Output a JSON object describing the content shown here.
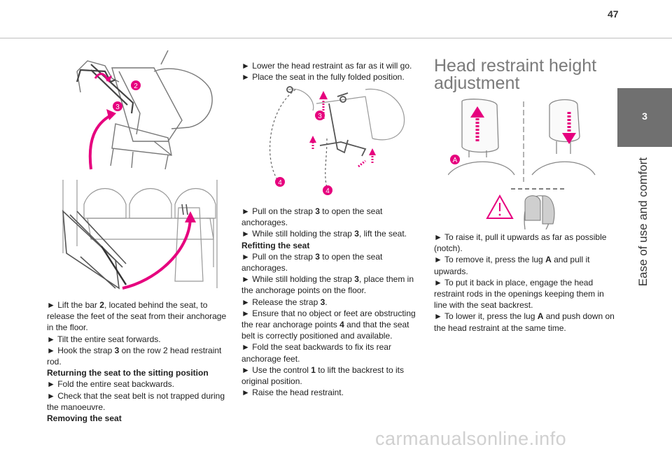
{
  "page": {
    "number": "47",
    "chapter_number": "3",
    "chapter_title": "Ease of use and comfort",
    "section_title_line1": "Head restraint height",
    "section_title_line2": "adjustment",
    "watermark": "carmanualsonline.info",
    "accent_color": "#e6007e",
    "tab_color": "#707070"
  },
  "figures": {
    "fig1_labels": [
      "2",
      "3"
    ],
    "fig3_labels": [
      "3",
      "4",
      "4"
    ],
    "fig4_labels": [
      "A"
    ]
  },
  "col1": {
    "p1_pre": "► Lift the bar ",
    "p1_bold": "2",
    "p1_post": ", located behind the seat, to release the feet of the seat from their anchorage in the floor.",
    "p2": "► Tilt the entire seat forwards.",
    "p3_pre": "► Hook the strap ",
    "p3_bold": "3",
    "p3_post": " on the row 2 head restraint rod.",
    "h1": "Returning the seat to the sitting position",
    "p4": "► Fold the entire seat backwards.",
    "p5": "► Check that the seat belt is not trapped during the manoeuvre.",
    "h2": "Removing the seat"
  },
  "col2": {
    "p1": "► Lower the head restraint as far as it will go.",
    "p2": "► Place the seat in the fully folded position.",
    "p3_pre": "► Pull on the strap ",
    "p3_bold": "3",
    "p3_post": " to open the seat anchorages.",
    "p4_pre": "► While still holding the strap ",
    "p4_bold": "3",
    "p4_post": ", lift the seat.",
    "h1": "Refitting the seat",
    "p5_pre": "► Pull on the strap ",
    "p5_bold": "3",
    "p5_post": " to open the seat anchorages.",
    "p6_pre": "► While still holding the strap ",
    "p6_bold": "3",
    "p6_post": ", place them in the anchorage points on the floor.",
    "p7_pre": "► Release the strap ",
    "p7_bold": "3",
    "p7_post": ".",
    "p8_pre": "► Ensure that no object or feet are obstructing the rear anchorage points ",
    "p8_bold": "4",
    "p8_post": " and that the seat belt is correctly positioned and available.",
    "p9": "► Fold the seat backwards to fix its rear anchorage feet.",
    "p10_pre": "► Use the control ",
    "p10_bold": "1",
    "p10_post": " to lift the backrest to its original position.",
    "p11": "► Raise the head restraint."
  },
  "col3": {
    "p1": "► To raise it, pull it upwards as far as possible (notch).",
    "p2_pre": "► To remove it, press the lug ",
    "p2_bold": "A",
    "p2_post": " and pull it upwards.",
    "p3": "► To put it back in place, engage the head restraint rods in the openings keeping them in line with the seat backrest.",
    "p4_pre": "► To lower it, press the lug ",
    "p4_bold": "A",
    "p4_post": " and push down on the head restraint at the same time."
  }
}
